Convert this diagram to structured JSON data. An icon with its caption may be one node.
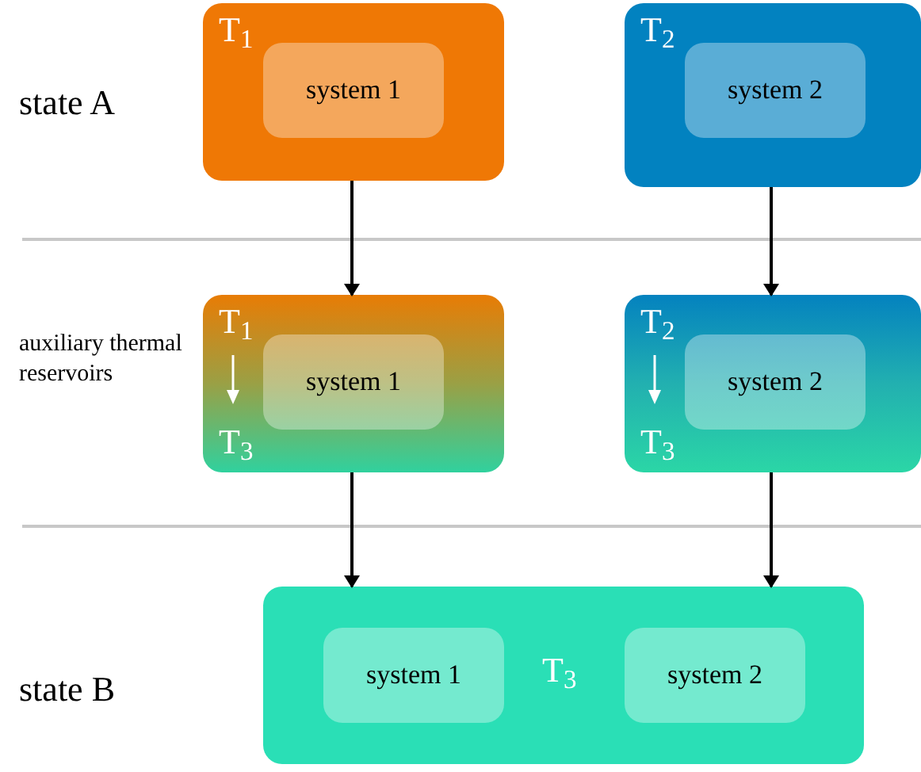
{
  "diagram": {
    "nodes": [
      {
        "text": [
          "T$_{1}$"
        ]
      },
      {
        "text": [
          "system 1"
        ],
        "in": 0
      },
      {
        "text": [
          "T$_{2}$"
        ]
      },
      {
        "text": [
          "system 2"
        ],
        "in": 2
      },
      {
        "text": [
          "T$_{1}$",
          "T$_{3}$"
        ]
      },
      {
        "text": [
          "system 1"
        ],
        "in": 4
      },
      {
        "text": [
          "T$_{2}$",
          "T$_{3}$"
        ]
      },
      {
        "text": [
          "system 2"
        ],
        "in": 6
      },
      {
        "text": [
          "T$_{3}$"
        ]
      },
      {
        "text": [
          "system 1"
        ],
        "in": 8
      },
      {
        "text": [
          "system 2"
        ],
        "in": 8
      }
    ],
    "edges": [
      {
        "from": 0,
        "to": 4,
        "arrow": "to"
      },
      {
        "from": 2,
        "to": 6,
        "arrow": "to"
      },
      {
        "from": 4,
        "to": 8,
        "arrow": "to"
      },
      {
        "from": 6,
        "to": 8,
        "arrow": "to"
      }
    ],
    "labels": [
      "state A",
      "auxiliary thermal reservoirs",
      "state B"
    ]
  }
}
